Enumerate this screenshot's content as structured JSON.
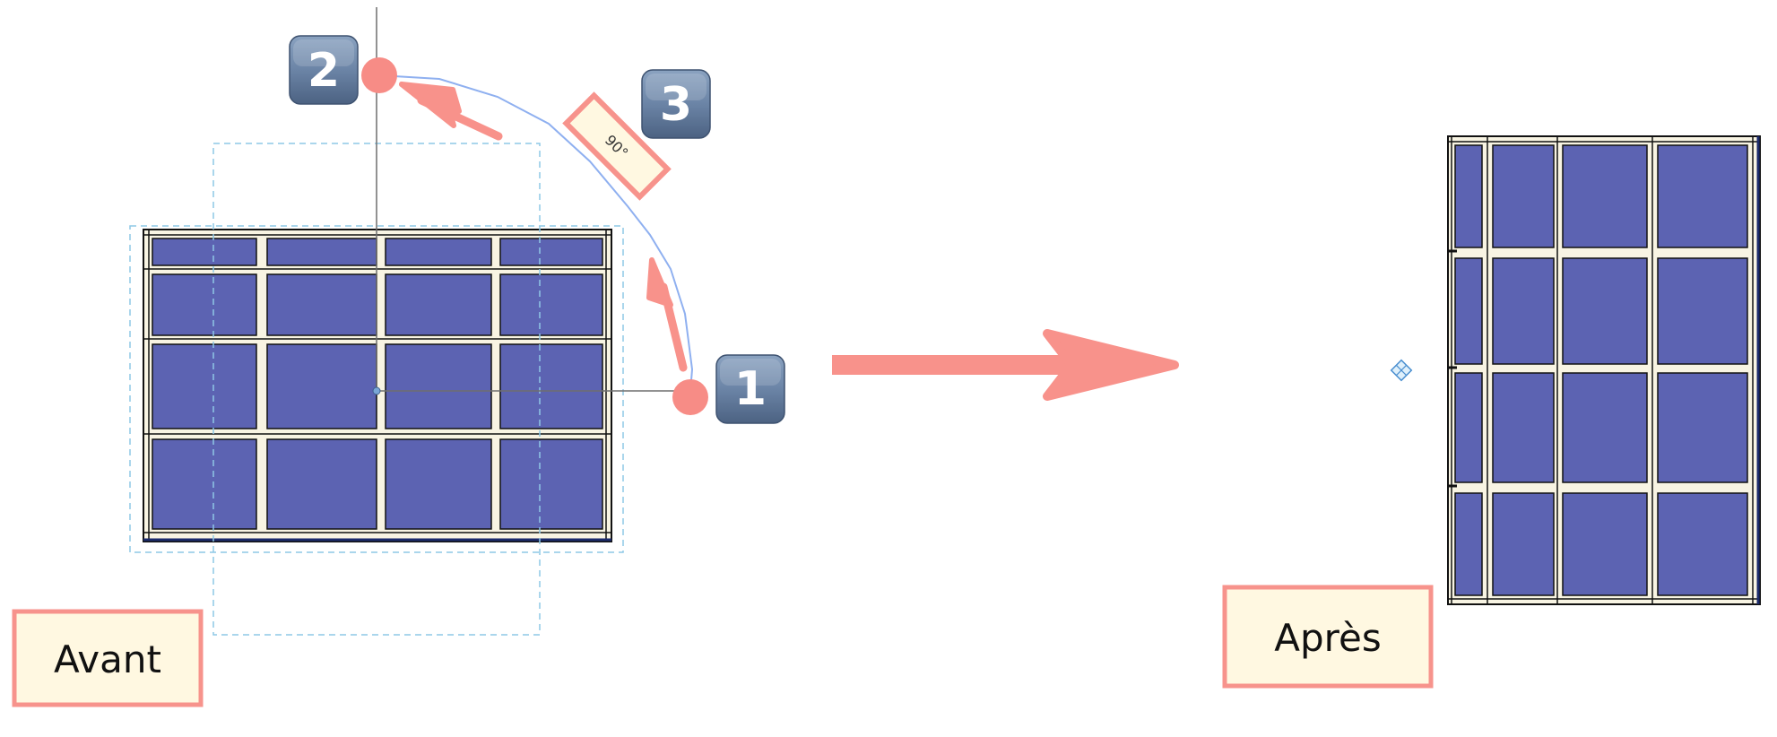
{
  "labels": {
    "before": "Avant",
    "after": "Après",
    "angle": "90°"
  },
  "steps": [
    "1",
    "2",
    "3"
  ],
  "colors": {
    "arrow": "#f8928b",
    "handle": "#f78c86",
    "badge_top": "#7c95b4",
    "badge_bottom": "#4f6685",
    "label_fill": "#fff8e1",
    "label_stroke": "#f7938c",
    "glass": "#5c63b2",
    "frame": "#f8f4e3",
    "guide": "#8ec8e6",
    "arc": "#8fb0f0"
  }
}
